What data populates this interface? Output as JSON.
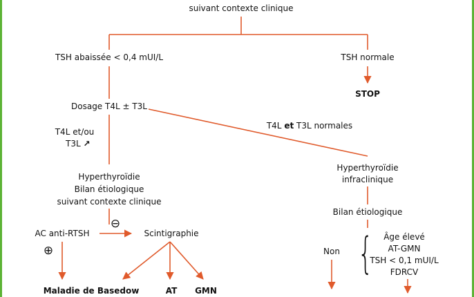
{
  "colors": {
    "edge": "#e05a2b",
    "frame": "#5cb335",
    "text": "#111111"
  },
  "nodes": {
    "top_line": "suivant contexte clinique",
    "tsh_low": "TSH abaissée < 0,4 mUI/L",
    "tsh_normal": "TSH normale",
    "stop": "STOP",
    "dosage": "Dosage T4L ± T3L",
    "t4l_up_1": "T4L et/ou",
    "t4l_up_2": "T3L",
    "t4l_up_arrow": "↗",
    "normal_label_a": "T4L ",
    "normal_label_b": "et",
    "normal_label_c": " T3L normales",
    "hyper_1": "Hyperthyroïdie",
    "hyper_2": "Bilan étiologique",
    "hyper_3": "suivant contexte clinique",
    "infra_1": "Hyperthyroïdie",
    "infra_2": "infraclinique",
    "bilan": "Bilan étiologique",
    "ac": "AC anti-RTSH",
    "minus": "⊖",
    "plus": "⊕",
    "scinti": "Scintigraphie",
    "basedow": "Maladie de Basedow",
    "at": "AT",
    "gmn": "GMN",
    "non": "Non",
    "criteria": [
      "Âge élevé",
      "AT-GMN",
      "TSH < 0,1 mUI/L",
      "FDRCV"
    ]
  }
}
